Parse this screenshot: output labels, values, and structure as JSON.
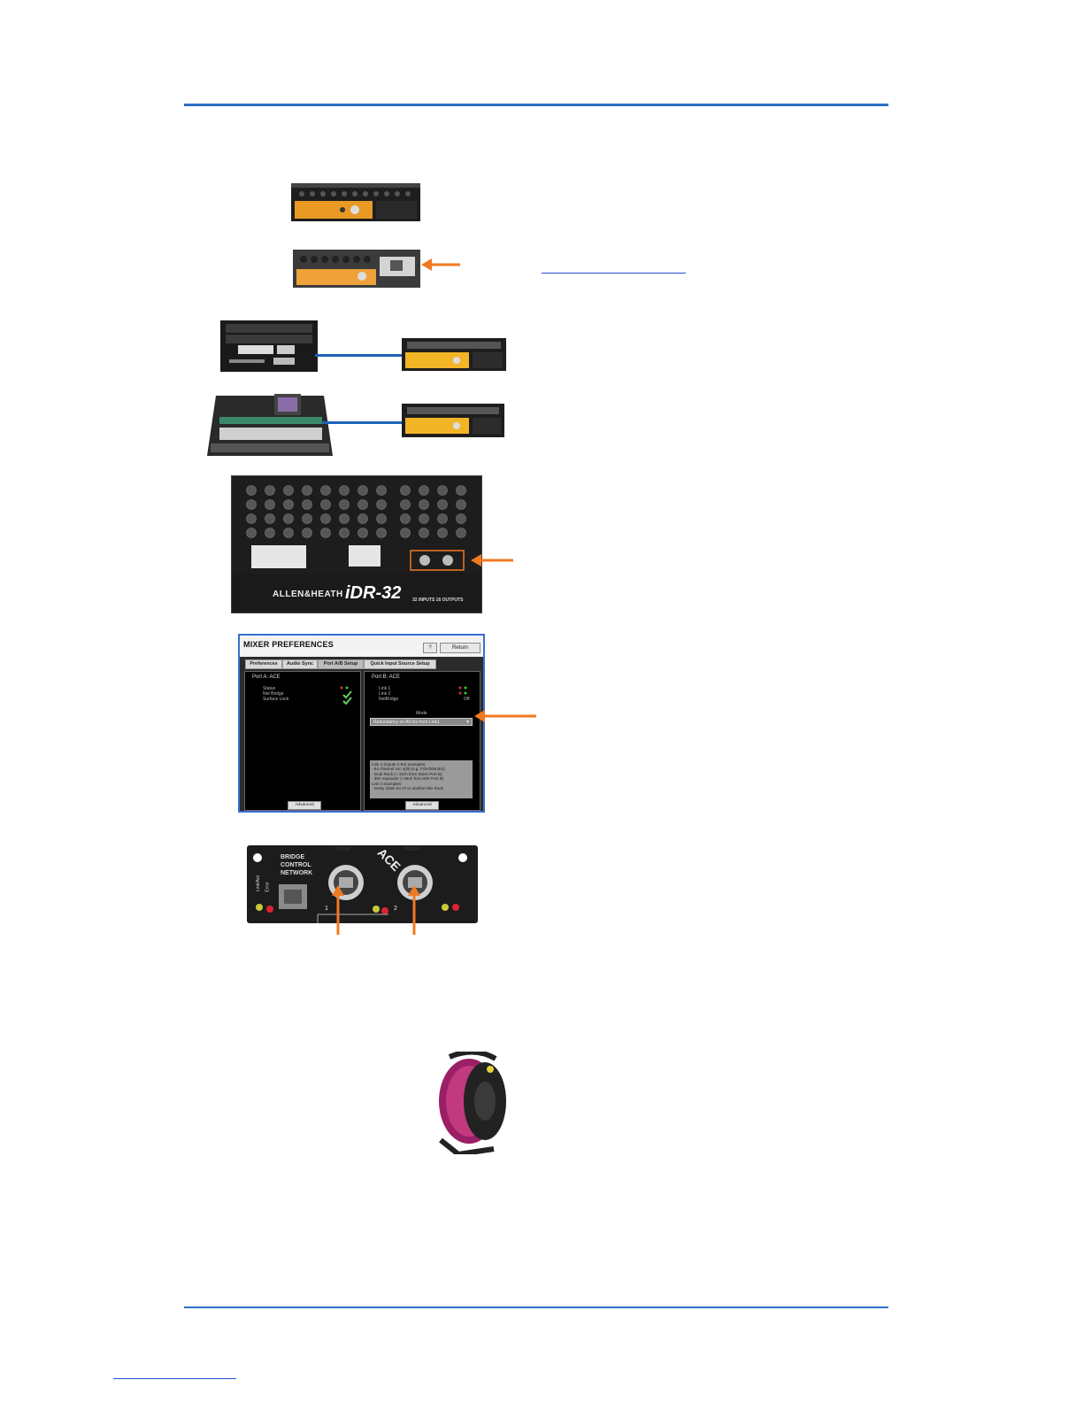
{
  "document": {
    "header_rule_color": "#2e6fc7",
    "accent_arrow_color": "#f07a22",
    "connection_color": "#1d63b8"
  },
  "figures": {
    "idr32": {
      "brand": "ALLEN&HEATH",
      "model": "iDR-32",
      "io": "32 INPUTS 16 OUTPUTS"
    },
    "mixer_preferences": {
      "title": "MIXER PREFERENCES",
      "help_label": "?",
      "return_label": "Return",
      "tabs": [
        "Preferences",
        "Audio Sync",
        "Port A/B Setup",
        "Quick Input Source Setup"
      ],
      "port_a": {
        "title": "Port A: ACE",
        "rows": [
          "Status",
          "Net Bridge",
          "Surface Lock"
        ],
        "advanced_label": "Advanced"
      },
      "port_b": {
        "title": "Port B: ACE",
        "rows": [
          "Link 1",
          "Link 2",
          "NetBridge"
        ],
        "netbridge_value": "Off",
        "mode_label": "Mode",
        "mode_value": "Redundancy on All-Ins from Link1",
        "info_lines": [
          "Link 1 (inputs 1-64) examples:",
          "- 64 channel mic split (e.g. FOH/Monitor)",
          "- Dual Rack (+ 32ch from Slave Port B)",
          "- iDR expander (+48ch from iDR Port B)",
          "Link 2 examples:",
          "- Daisy chain 64 ch to another Mix Rack"
        ],
        "advanced_label": "Advanced"
      }
    },
    "ace_card": {
      "label_block": [
        "BRIDGE",
        "CONTROL",
        "NETWORK"
      ],
      "card_name": "ACE",
      "port1": "1",
      "port2": "2",
      "push_label": "PUSH",
      "led_labels": [
        "Link/Act",
        "Error"
      ]
    }
  }
}
